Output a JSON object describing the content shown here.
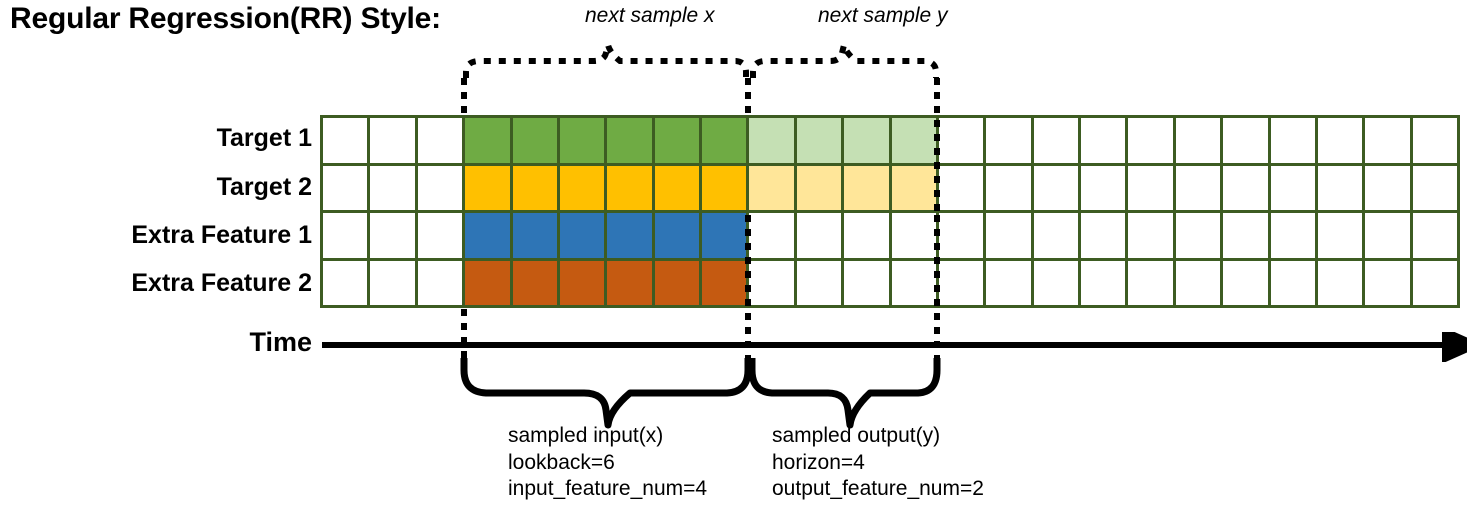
{
  "title": "Regular Regression(RR) Style:",
  "rows": [
    {
      "label": "Target 1",
      "name": "target-1"
    },
    {
      "label": "Target 2",
      "name": "target-2"
    },
    {
      "label": "Extra Feature 1",
      "name": "extra-feature-1"
    },
    {
      "label": "Extra Feature 2",
      "name": "extra-feature-2"
    }
  ],
  "grid": {
    "columns": 24,
    "rows": 4,
    "cell_fills": [
      [
        "white",
        "white",
        "white",
        "green",
        "green",
        "green",
        "green",
        "green",
        "green",
        "greenlight",
        "greenlight",
        "greenlight",
        "greenlight",
        "white",
        "white",
        "white",
        "white",
        "white",
        "white",
        "white",
        "white",
        "white",
        "white",
        "white"
      ],
      [
        "white",
        "white",
        "white",
        "amber",
        "amber",
        "amber",
        "amber",
        "amber",
        "amber",
        "amberlight",
        "amberlight",
        "amberlight",
        "amberlight",
        "white",
        "white",
        "white",
        "white",
        "white",
        "white",
        "white",
        "white",
        "white",
        "white",
        "white"
      ],
      [
        "white",
        "white",
        "white",
        "blue",
        "blue",
        "blue",
        "blue",
        "blue",
        "blue",
        "white",
        "white",
        "white",
        "white",
        "white",
        "white",
        "white",
        "white",
        "white",
        "white",
        "white",
        "white",
        "white",
        "white",
        "white"
      ],
      [
        "white",
        "white",
        "white",
        "orange",
        "orange",
        "orange",
        "orange",
        "orange",
        "orange",
        "white",
        "white",
        "white",
        "white",
        "white",
        "white",
        "white",
        "white",
        "white",
        "white",
        "white",
        "white",
        "white",
        "white",
        "white"
      ]
    ]
  },
  "colors": {
    "grid_border": "#3d5c22",
    "green": "#6fab44",
    "green_light": "#c5e0b4",
    "amber": "#ffc000",
    "amber_light": "#ffe699",
    "blue": "#2e75b6",
    "orange": "#c55a11",
    "axis": "#000000",
    "background": "#ffffff"
  },
  "time_axis": {
    "label": "Time",
    "direction": "right"
  },
  "top_annotations": {
    "next_sample_x": "next sample x",
    "next_sample_y": "next sample y"
  },
  "bottom_annotations": {
    "input": {
      "line1": "sampled input(x)",
      "line2": "lookback=6",
      "line3": "input_feature_num=4"
    },
    "output": {
      "line1": "sampled output(y)",
      "line2": "horizon=4",
      "line3": "output_feature_num=2"
    }
  }
}
